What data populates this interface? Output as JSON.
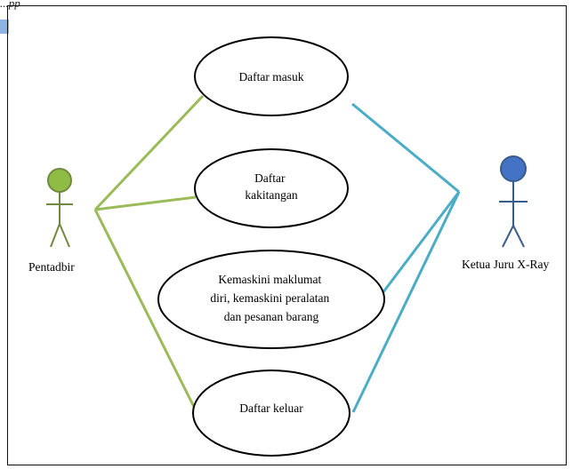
{
  "header_fragment": "...pp",
  "actors": {
    "left": {
      "label": "Pentadbir",
      "color": "#8fbc45"
    },
    "right": {
      "label": "Ketua Juru X-Ray",
      "color": "#4472c4"
    }
  },
  "use_cases": [
    {
      "id": "daftar-masuk",
      "lines": [
        "Daftar masuk"
      ]
    },
    {
      "id": "daftar-kakitangan",
      "lines": [
        "Daftar",
        "kakitangan"
      ]
    },
    {
      "id": "kemaskini",
      "lines": [
        "Kemaskini maklumat",
        "diri, kemaskini peralatan",
        "dan pesanan barang"
      ]
    },
    {
      "id": "daftar-keluar",
      "lines": [
        "Daftar keluar"
      ]
    }
  ],
  "colors": {
    "left_links": "#9bbb59",
    "right_links": "#4bacc6",
    "outline": "#000000"
  }
}
